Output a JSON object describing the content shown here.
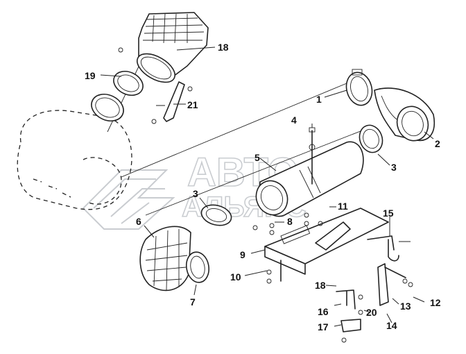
{
  "watermark": {
    "line1": "АВТО",
    "line2": "АЛЬЯНС"
  },
  "callouts": [
    {
      "id": "c1",
      "label": "1"
    },
    {
      "id": "c2",
      "label": "2"
    },
    {
      "id": "c3a",
      "label": "3"
    },
    {
      "id": "c3b",
      "label": "3"
    },
    {
      "id": "c4",
      "label": "4"
    },
    {
      "id": "c5",
      "label": "5"
    },
    {
      "id": "c6",
      "label": "6"
    },
    {
      "id": "c7",
      "label": "7"
    },
    {
      "id": "c8",
      "label": "8"
    },
    {
      "id": "c9",
      "label": "9"
    },
    {
      "id": "c10",
      "label": "10"
    },
    {
      "id": "c11",
      "label": "11"
    },
    {
      "id": "c12",
      "label": "12"
    },
    {
      "id": "c13",
      "label": "13"
    },
    {
      "id": "c14",
      "label": "14"
    },
    {
      "id": "c15",
      "label": "15"
    },
    {
      "id": "c16",
      "label": "16"
    },
    {
      "id": "c17",
      "label": "17"
    },
    {
      "id": "c18a",
      "label": "18"
    },
    {
      "id": "c18b",
      "label": "18"
    },
    {
      "id": "c19",
      "label": "19"
    },
    {
      "id": "c20",
      "label": "20"
    },
    {
      "id": "c21",
      "label": "21"
    }
  ]
}
